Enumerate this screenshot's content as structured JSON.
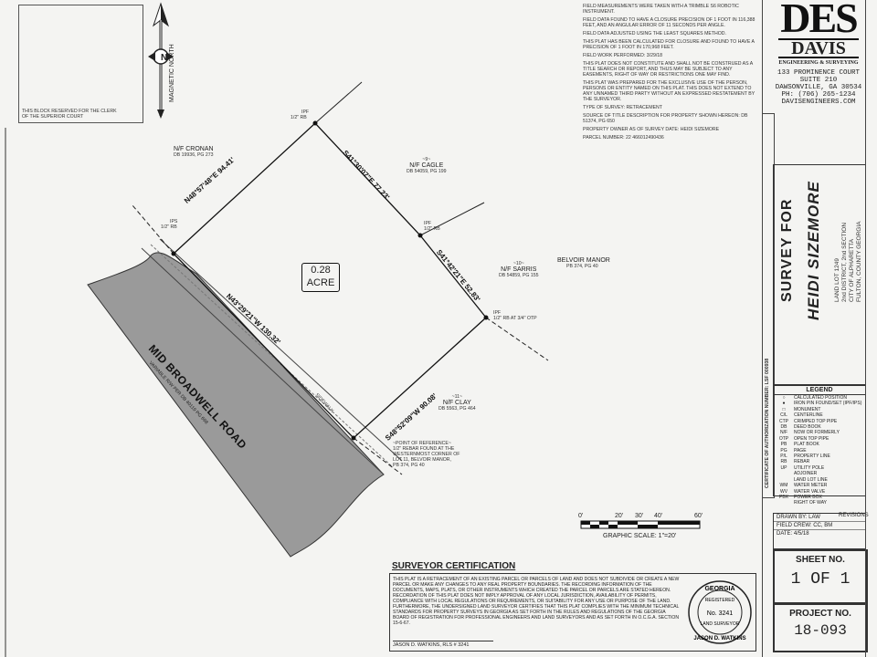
{
  "clerk_block": "THIS BLOCK RESERVED FOR THE CLERK OF THE SUPERIOR COURT",
  "north_arrow": {
    "letter": "N",
    "label": "MAGNETIC NORTH",
    "icon": "north-arrow-icon"
  },
  "notes": [
    "FIELD MEASUREMENTS WERE TAKEN WITH A TRIMBLE S6 ROBOTIC INSTRUMENT.",
    "FIELD DATA FOUND TO HAVE A CLOSURE PRECISION OF 1 FOOT IN 116,388 FEET, AND AN ANGULAR ERROR OF 11 SECONDS PER ANGLE.",
    "FIELD DATA ADJUSTED USING THE LEAST SQUARES METHOD.",
    "THIS PLAT HAS BEEN CALCULATED FOR CLOSURE AND FOUND TO HAVE A PRECISION OF 1 FOOT IN 170,968 FEET.",
    "FIELD WORK PERFORMED: 3/29/18",
    "THIS PLAT DOES NOT CONSTITUTE AND SHALL NOT BE CONSTRUED AS A TITLE SEARCH OR REPORT, AND THUS MAY BE SUBJECT TO ANY EASEMENTS, RIGHT OF WAY OR RESTRICTIONS ONE MAY FIND.",
    "THIS PLAT WAS PREPARED FOR THE EXCLUSIVE USE OF THE PERSON, PERSONS OR ENTITY NAMED ON THIS PLAT. THIS DOES NOT EXTEND TO ANY UNNAMED THIRD PARTY WITHOUT AN EXPRESSED RESTATEMENT BY THE SURVEYOR.",
    "TYPE OF SURVEY: RETRACEMENT",
    "SOURCE OF TITLE DESCRIPTION FOR PROPERTY SHOWN HEREON: DB 51374, PG 650",
    "PROPERTY OWNER AS OF SURVEY DATE: HEIDI SIZEMORE",
    "PARCEL NUMBER: 22 466012490436"
  ],
  "company": {
    "logo": "DES",
    "name": "DAVIS",
    "tagline": "ENGINEERING & SURVEYING",
    "addr1": "133 PROMINENCE COURT",
    "addr2": "SUITE 210",
    "addr3": "DAWSONVILLE, GA 30534",
    "phone": "PH: (706) 265-1234",
    "web": "DAVISENGINEERS.COM"
  },
  "cert_auth": "CERTIFICATE OF AUTHORIZATION NUMBER: LSF 000938",
  "survey_for": {
    "label": "SURVEY FOR",
    "name": "HEIDI SIZEMORE"
  },
  "location": [
    "LAND LOT 1249",
    "2nd DISTRICT, 2nd SECTION",
    "CITY OF ALPHARETTA",
    "FULTON, COUNTY GEORGIA"
  ],
  "legend": {
    "title": "LEGEND",
    "rows": [
      [
        "○",
        "CALCULATED POSITION"
      ],
      [
        "●",
        "IRON PIN FOUND/SET (IPF/IPS)"
      ],
      [
        "□",
        "MONUMENT"
      ],
      [
        "C/L",
        "CENTERLINE"
      ],
      [
        "CTP",
        "CRIMPED TOP PIPE"
      ],
      [
        "DB",
        "DEED BOOK"
      ],
      [
        "N/F",
        "NOW OR FORMERLY"
      ],
      [
        "OTP",
        "OPEN TOP PIPE"
      ],
      [
        "PB",
        "PLAT BOOK"
      ],
      [
        "PG",
        "PAGE"
      ],
      [
        "P/L",
        "PROPERTY LINE"
      ],
      [
        "RB",
        "REBAR"
      ],
      [
        "UP",
        "UTILITY POLE"
      ],
      [
        "",
        "ADJOINER"
      ],
      [
        "",
        "LAND LOT LINE"
      ],
      [
        "WM",
        "WATER METER"
      ],
      [
        "WV",
        "WATER VALVE"
      ],
      [
        "PBX",
        "POWER BOX"
      ],
      [
        "",
        "RIGHT OF WAY"
      ]
    ]
  },
  "drawn": {
    "drawn_by": "DRAWN BY:  LAW",
    "field_crew": "FIELD CREW:  CC, BM",
    "date": "DATE:  4/5/18",
    "revisions": "REVISIONS"
  },
  "sheet": {
    "label": "SHEET NO.",
    "value": "1 OF 1"
  },
  "project": {
    "label": "PROJECT NO.",
    "value": "18-093"
  },
  "scale": {
    "ticks": [
      "0'",
      "20'",
      "30'",
      "40'",
      "60'"
    ],
    "caption": "GRAPHIC SCALE: 1\"=20'"
  },
  "certification": {
    "title": "SURVEYOR CERTIFICATION",
    "body": "THIS PLAT IS A RETRACEMENT OF AN EXISTING PARCEL OR PARCELS OF LAND AND DOES NOT SUBDIVIDE OR CREATE A NEW PARCEL OR MAKE ANY CHANGES TO ANY REAL PROPERTY BOUNDARIES. THE RECORDING INFORMATION OF THE DOCUMENTS, MAPS, PLATS, OR OTHER INSTRUMENTS WHICH CREATED THE PARCEL OR PARCELS ARE STATED HEREON. RECORDATION OF THIS PLAT DOES NOT IMPLY APPROVAL OF ANY LOCAL JURISDICTION, AVAILABILITY OF PERMITS, COMPLIANCE WITH LOCAL REGULATIONS OR REQUIREMENTS, OR SUITABILITY FOR ANY USE OR PURPOSE OF THE LAND. FURTHERMORE, THE UNDERSIGNED LAND SURVEYOR CERTIFIES THAT THIS PLAT COMPLIES WITH THE MINIMUM TECHNICAL STANDARDS FOR PROPERTY SURVEYS IN GEORGIA AS SET FORTH IN THE RULES AND REGULATIONS OF THE GEORGIA BOARD OF REGISTRATION FOR PROFESSIONAL ENGINEERS AND LAND SURVEYORS AND AS SET FORTH IN O.C.G.A. SECTION 15-6-67.",
    "signature": "JASON D. WATKINS, RLS # 3241"
  },
  "seal": {
    "top": "GEORGIA",
    "mid": "REGISTERED",
    "no": "No. 3241",
    "sub": "LAND SURVEYOR",
    "name": "JASON D. WATKINS"
  },
  "plan": {
    "acre": [
      "0.28",
      "ACRE"
    ],
    "road": "MID BROADWELL ROAD",
    "road_sub": "VARIABLE R/W  PER DB 40119 PG 698",
    "sidewalk": "SIDEWALK",
    "bearings": {
      "nw": "N48°57'48\"E 94.41'",
      "ne": "S41°30'07\"E 77.23'",
      "e": "S41°42'21\"E 52.83'",
      "s": "S48°52'09\"W 90.08'",
      "w": "N43°29'21\"W 130.32'"
    },
    "adjoiners": {
      "cronan": [
        "N/F CRONAN",
        "DB 19936, PG 273"
      ],
      "cagle": [
        "~9~",
        "N/F CAGLE",
        "DB 54059, PG 199"
      ],
      "sarris": [
        "~10~",
        "N/F SARRIS",
        "DB 54859, PG 155"
      ],
      "clay": [
        "~11~",
        "N/F CLAY",
        "DB 5563, PG 464"
      ],
      "belvoir": [
        "BELVOIR MANOR",
        "PB 374, PG 40"
      ]
    },
    "pins": {
      "top": [
        "IPF",
        "1/2\" RB"
      ],
      "left": [
        "IPS",
        "1/2\" RB"
      ],
      "right": [
        "IPF",
        "1/2\" RB"
      ],
      "east": [
        "IPF",
        "1/2\" RB AT 3/4\" OTP"
      ]
    },
    "pob": [
      "~POINT OF REFERENCE~",
      "1/2\" REBAR FOUND AT THE",
      "WESTERNMOST CORNER OF",
      "LOT 11, BELVOIR MANOR,",
      "PB 374, PG 40"
    ]
  }
}
